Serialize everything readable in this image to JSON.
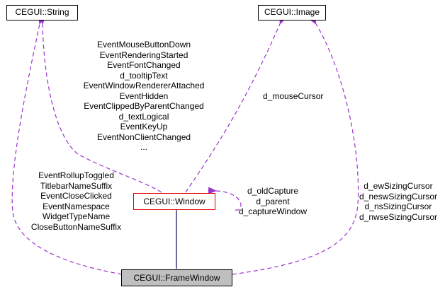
{
  "nodes": {
    "string": "CEGUI::String",
    "image": "CEGUI::Image",
    "window": "CEGUI::Window",
    "framewindow": "CEGUI::FrameWindow"
  },
  "labels": {
    "window_to_string": [
      "EventMouseButtonDown",
      "EventRenderingStarted",
      "EventFontChanged",
      "d_tooltipText",
      "EventWindowRendererAttached",
      "EventHidden",
      "EventClippedByParentChanged",
      "d_textLogical",
      "EventKeyUp",
      "EventNonClientChanged",
      "..."
    ],
    "window_to_image": "d_mouseCursor",
    "window_self": [
      "d_oldCapture",
      "d_parent",
      "d_captureWindow"
    ],
    "framewindow_to_string": [
      "EventRollupToggled",
      "TitlebarNameSuffix",
      "EventCloseClicked",
      "EventNamespace",
      "WidgetTypeName",
      "CloseButtonNameSuffix"
    ],
    "framewindow_to_image": [
      "d_ewSizingCursor",
      "d_neswSizingCursor",
      "d_nsSizingCursor",
      "d_nwseSizingCursor"
    ]
  },
  "colors": {
    "usage_arrow": "#9a32cd",
    "inheritance_arrow": "#191970",
    "highlight_border": "#e00000",
    "focus_fill": "#bfbfbf"
  }
}
